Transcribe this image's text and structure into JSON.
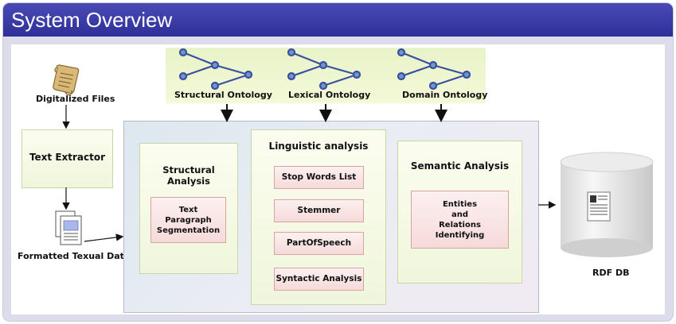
{
  "slide": {
    "title": "System Overview"
  },
  "ontologies": [
    {
      "label": "Structural Ontology"
    },
    {
      "label": "Lexical Ontology"
    },
    {
      "label": "Domain Ontology"
    }
  ],
  "inputs": {
    "digitalized_files": "Digitalized Files",
    "text_extractor": "Text Extractor",
    "formatted_text": "Formatted Texual Data"
  },
  "structural": {
    "title": "Structural Analysis",
    "item_lines": [
      "Text",
      "Paragraph",
      "Segmentation"
    ]
  },
  "linguistic": {
    "title": "Linguistic analysis",
    "items": [
      "Stop Words List",
      "Stemmer",
      "PartOfSpeech",
      "Syntactic Analysis"
    ]
  },
  "semantic": {
    "title": "Semantic Analysis",
    "item_lines": [
      "Entities",
      "and",
      "Relations",
      "Identifying"
    ]
  },
  "output": {
    "label": "RDF DB"
  },
  "colors": {
    "title_bar": "#3a3aa6",
    "ontology_bg": "#eef6cf",
    "network_node": "#6f98c8",
    "green_box": "#f4f9e4",
    "pink_box": "#f9e4e4"
  }
}
